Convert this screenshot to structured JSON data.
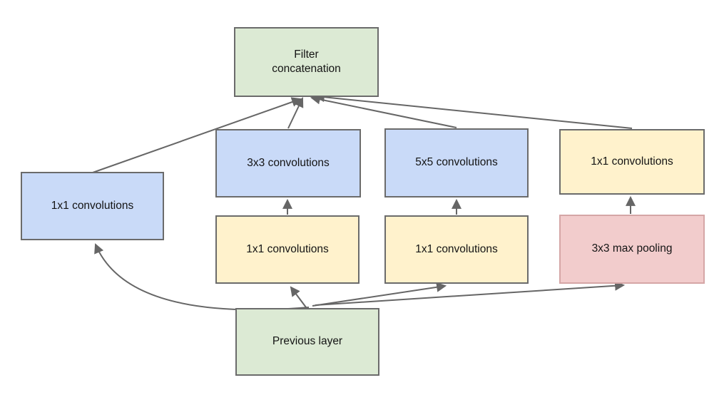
{
  "colors": {
    "green_fill": "#dcead4",
    "blue_fill": "#c9daf8",
    "yellow_fill": "#fff2cc",
    "red_fill": "#f2cccc",
    "gray_border": "#6b6b6b",
    "red_border": "#d5a6a6",
    "arrow": "#666666",
    "text": "#141414",
    "background": "#ffffff"
  },
  "nodes": {
    "filter_concat": {
      "label": "Filter concatenation"
    },
    "branch1_conv1x1": {
      "label": "1x1 convolutions"
    },
    "branch2_conv3x3": {
      "label": "3x3 convolutions"
    },
    "branch2_conv1x1": {
      "label": "1x1 convolutions"
    },
    "branch3_conv5x5": {
      "label": "5x5 convolutions"
    },
    "branch3_conv1x1": {
      "label": "1x1 convolutions"
    },
    "branch4_conv1x1": {
      "label": "1x1 convolutions"
    },
    "branch4_maxpool": {
      "label": "3x3 max pooling"
    },
    "previous_layer": {
      "label": "Previous layer"
    }
  },
  "edges": [
    {
      "from": "previous_layer",
      "to": "branch1_conv1x1"
    },
    {
      "from": "previous_layer",
      "to": "branch2_conv1x1"
    },
    {
      "from": "previous_layer",
      "to": "branch3_conv1x1"
    },
    {
      "from": "previous_layer",
      "to": "branch4_maxpool"
    },
    {
      "from": "branch2_conv1x1",
      "to": "branch2_conv3x3"
    },
    {
      "from": "branch3_conv1x1",
      "to": "branch3_conv5x5"
    },
    {
      "from": "branch4_maxpool",
      "to": "branch4_conv1x1"
    },
    {
      "from": "branch1_conv1x1",
      "to": "filter_concat"
    },
    {
      "from": "branch2_conv3x3",
      "to": "filter_concat"
    },
    {
      "from": "branch3_conv5x5",
      "to": "filter_concat"
    },
    {
      "from": "branch4_conv1x1",
      "to": "filter_concat"
    }
  ]
}
